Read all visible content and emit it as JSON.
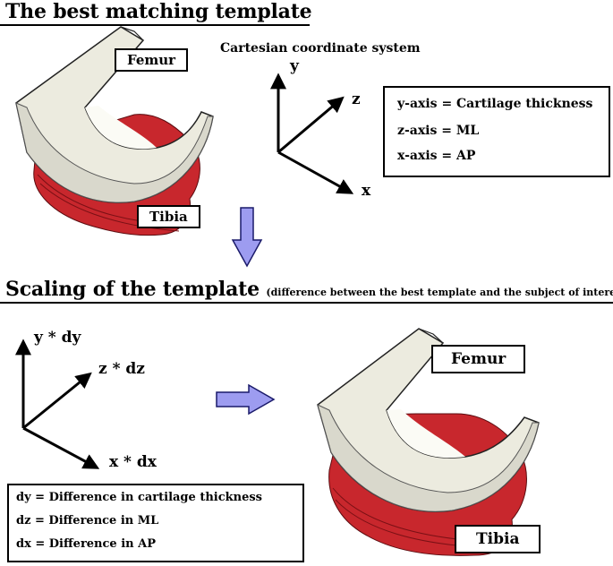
{
  "section1": {
    "title": "The best matching template",
    "femur_label": "Femur",
    "tibia_label": "Tibia",
    "coord_title": "Cartesian coordinate system",
    "axes": {
      "y": "y",
      "z": "z",
      "x": "x"
    },
    "legend": [
      "y-axis = Cartilage thickness",
      "z-axis = ML",
      "x-axis = AP"
    ]
  },
  "section2": {
    "title": "Scaling of the template",
    "subtitle": "(difference between the best template and the subject of interest)",
    "axes": {
      "y": "y * dy",
      "z": "z * dz",
      "x": "x * dx"
    },
    "legend": [
      "dy = Difference in cartilage thickness",
      "dz = Difference in ML",
      "dx = Difference in AP"
    ],
    "femur_label": "Femur",
    "tibia_label": "Tibia"
  },
  "colors": {
    "femur_fill": "#ecebdf",
    "tibia_fill": "#c8272d",
    "arrow_fill": "#9d9cf0"
  }
}
